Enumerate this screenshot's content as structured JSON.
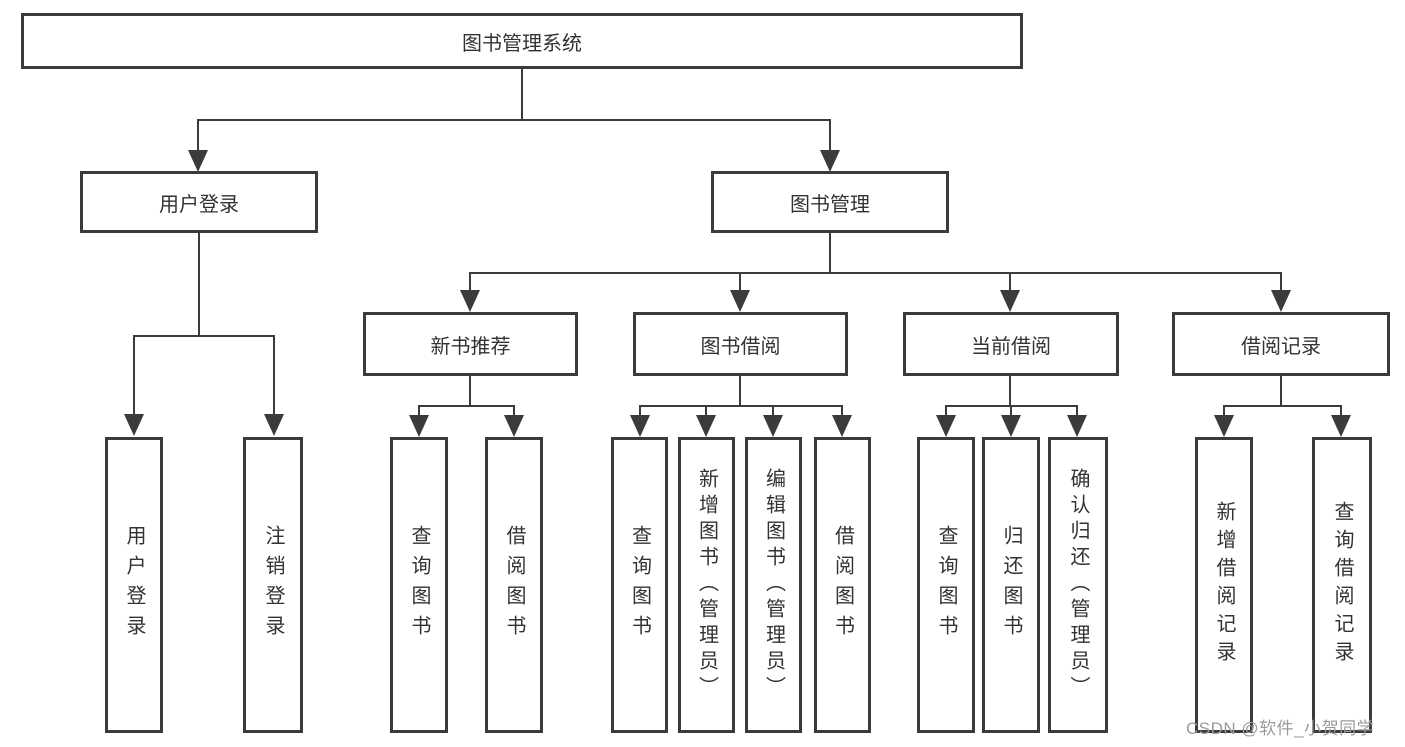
{
  "nodes": {
    "root": {
      "label": "图书管理系统"
    },
    "l2": [
      {
        "label": "用户登录"
      },
      {
        "label": "图书管理"
      }
    ],
    "l3": [
      {
        "label": "新书推荐"
      },
      {
        "label": "图书借阅"
      },
      {
        "label": "当前借阅"
      },
      {
        "label": "借阅记录"
      }
    ],
    "l4": {
      "user_login": [
        {
          "label": "用户登录"
        },
        {
          "label": "注销登录"
        }
      ],
      "new_book": [
        {
          "label": "查询图书"
        },
        {
          "label": "借阅图书"
        }
      ],
      "book_borrow": [
        {
          "label": "查询图书"
        },
        {
          "label": "新增图书（管理员）"
        },
        {
          "label": "编辑图书（管理员）"
        },
        {
          "label": "借阅图书"
        }
      ],
      "current_borrow": [
        {
          "label": "查询图书"
        },
        {
          "label": "归还图书"
        },
        {
          "label": "确认归还（管理员）"
        }
      ],
      "borrow_record": [
        {
          "label": "新增借阅记录"
        },
        {
          "label": "查询借阅记录"
        }
      ]
    }
  },
  "watermark": {
    "text": "CSDN @软件_小贺同学"
  },
  "colors": {
    "line": "#3b3b3b",
    "text": "#333333",
    "watermark": "#9b9b9b",
    "background": "#ffffff"
  }
}
